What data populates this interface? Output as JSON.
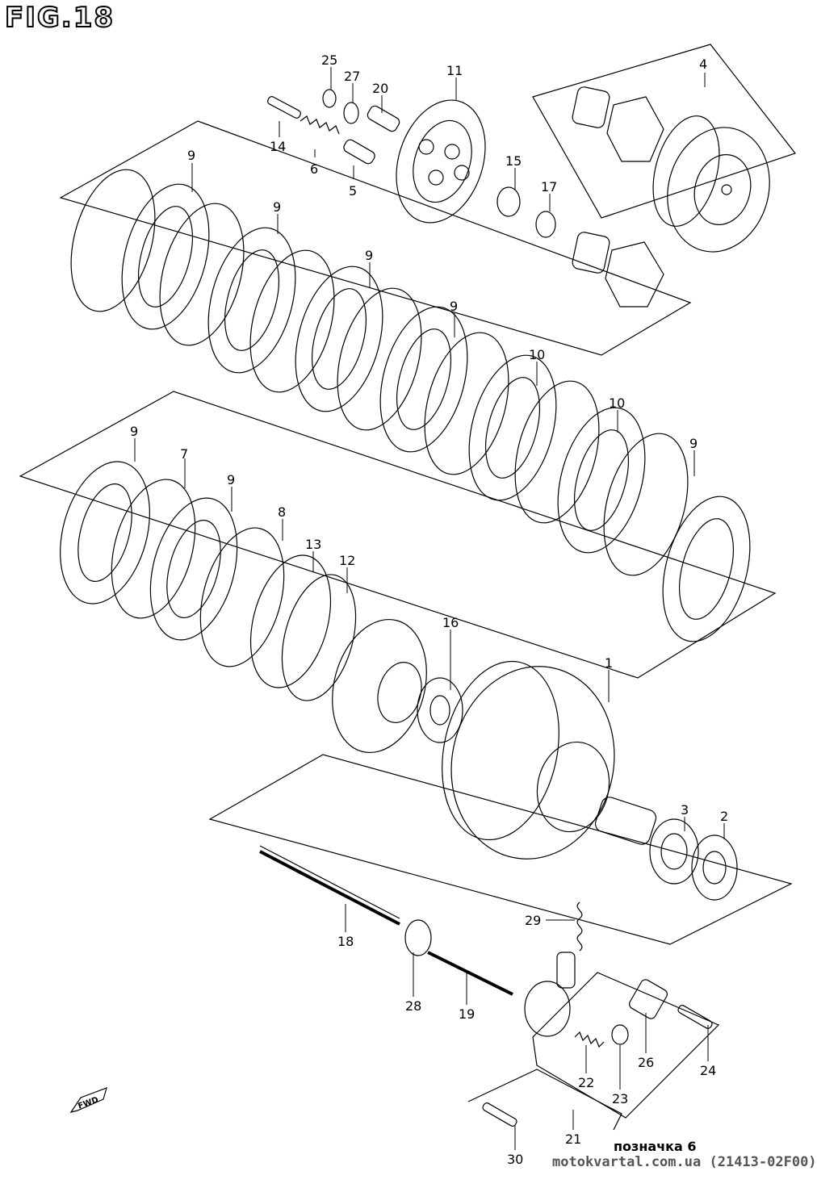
{
  "figure": {
    "title": "FIG.18",
    "note": "позначка 6",
    "source_site": "motokvartal.com.ua",
    "source_code": "(21413-02F00)",
    "fwd_label": "FWD"
  },
  "callouts": [
    {
      "id": "c25",
      "text": "25"
    },
    {
      "id": "c27",
      "text": "27"
    },
    {
      "id": "c20",
      "text": "20"
    },
    {
      "id": "c11",
      "text": "11"
    },
    {
      "id": "c4",
      "text": "4"
    },
    {
      "id": "c14",
      "text": "14"
    },
    {
      "id": "c6",
      "text": "6"
    },
    {
      "id": "c5",
      "text": "5"
    },
    {
      "id": "c15",
      "text": "15"
    },
    {
      "id": "c17",
      "text": "17"
    },
    {
      "id": "c9a",
      "text": "9"
    },
    {
      "id": "c9b",
      "text": "9"
    },
    {
      "id": "c9c",
      "text": "9"
    },
    {
      "id": "c9d",
      "text": "9"
    },
    {
      "id": "c10a",
      "text": "10"
    },
    {
      "id": "c10b",
      "text": "10"
    },
    {
      "id": "c9e",
      "text": "9"
    },
    {
      "id": "c9f",
      "text": "9"
    },
    {
      "id": "c7",
      "text": "7"
    },
    {
      "id": "c9g",
      "text": "9"
    },
    {
      "id": "c8",
      "text": "8"
    },
    {
      "id": "c13",
      "text": "13"
    },
    {
      "id": "c12",
      "text": "12"
    },
    {
      "id": "c16",
      "text": "16"
    },
    {
      "id": "c1",
      "text": "1"
    },
    {
      "id": "c3",
      "text": "3"
    },
    {
      "id": "c2",
      "text": "2"
    },
    {
      "id": "c18",
      "text": "18"
    },
    {
      "id": "c29a",
      "text": "29"
    },
    {
      "id": "c28",
      "text": "28"
    },
    {
      "id": "c19",
      "text": "19"
    },
    {
      "id": "c26",
      "text": "26"
    },
    {
      "id": "c24",
      "text": "24"
    },
    {
      "id": "c22",
      "text": "22"
    },
    {
      "id": "c23",
      "text": "23"
    },
    {
      "id": "c21",
      "text": "21"
    },
    {
      "id": "c30",
      "text": "30"
    }
  ]
}
